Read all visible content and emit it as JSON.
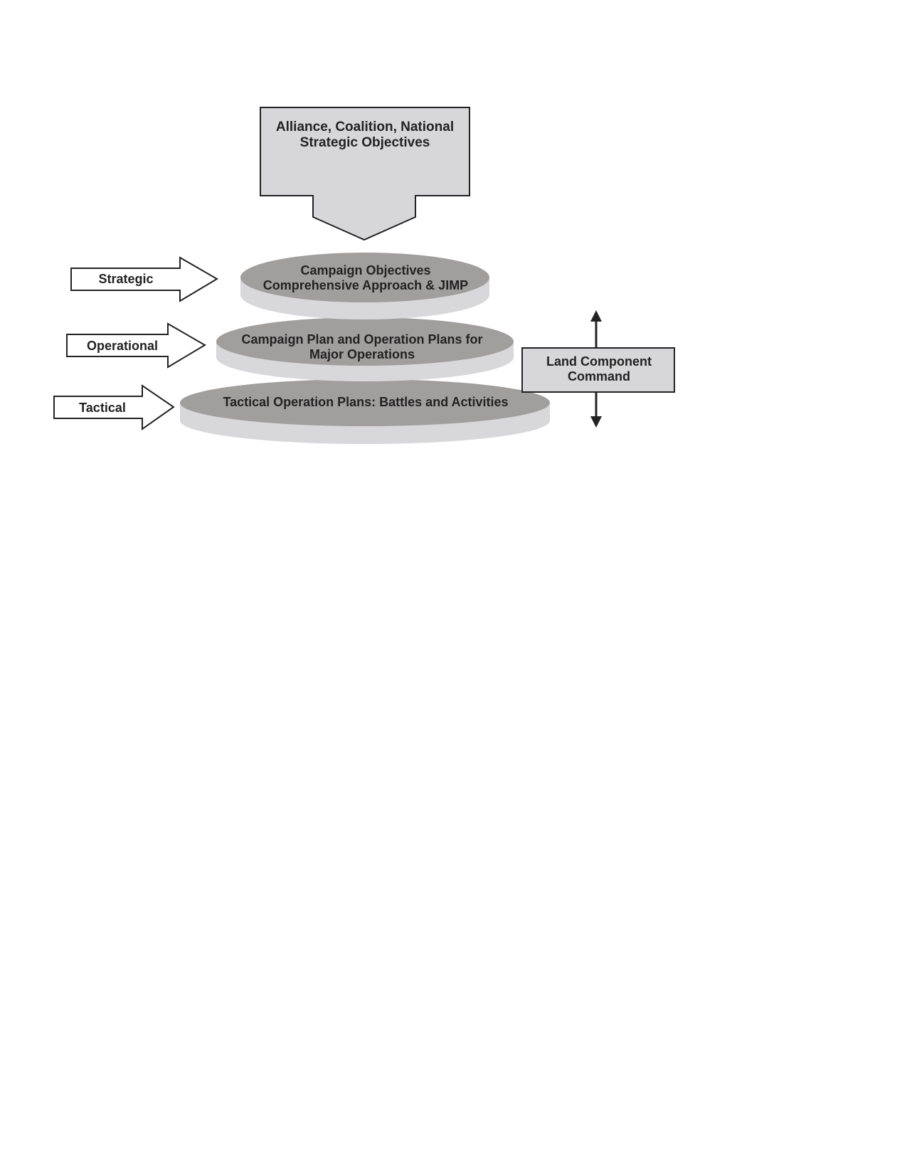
{
  "top_objectives": {
    "line1": "Alliance, Coalition, National",
    "line2": "Strategic Objectives"
  },
  "levels": {
    "strategic": "Strategic",
    "operational": "Operational",
    "tactical": "Tactical"
  },
  "tiers": {
    "top": {
      "line1": "Campaign Objectives",
      "line2": "Comprehensive Approach & JIMP"
    },
    "middle": {
      "line1": "Campaign Plan and Operation Plans for",
      "line2": "Major Operations"
    },
    "bottom": {
      "line1": "Tactical Operation Plans:  Battles and Activities"
    }
  },
  "land_component": {
    "line1": "Land Component",
    "line2": "Command"
  },
  "colors": {
    "box_fill": "#d7d6d8",
    "disc_top": "#a19e9e",
    "disc_side": "#d8d7d9",
    "stroke": "#222222"
  }
}
